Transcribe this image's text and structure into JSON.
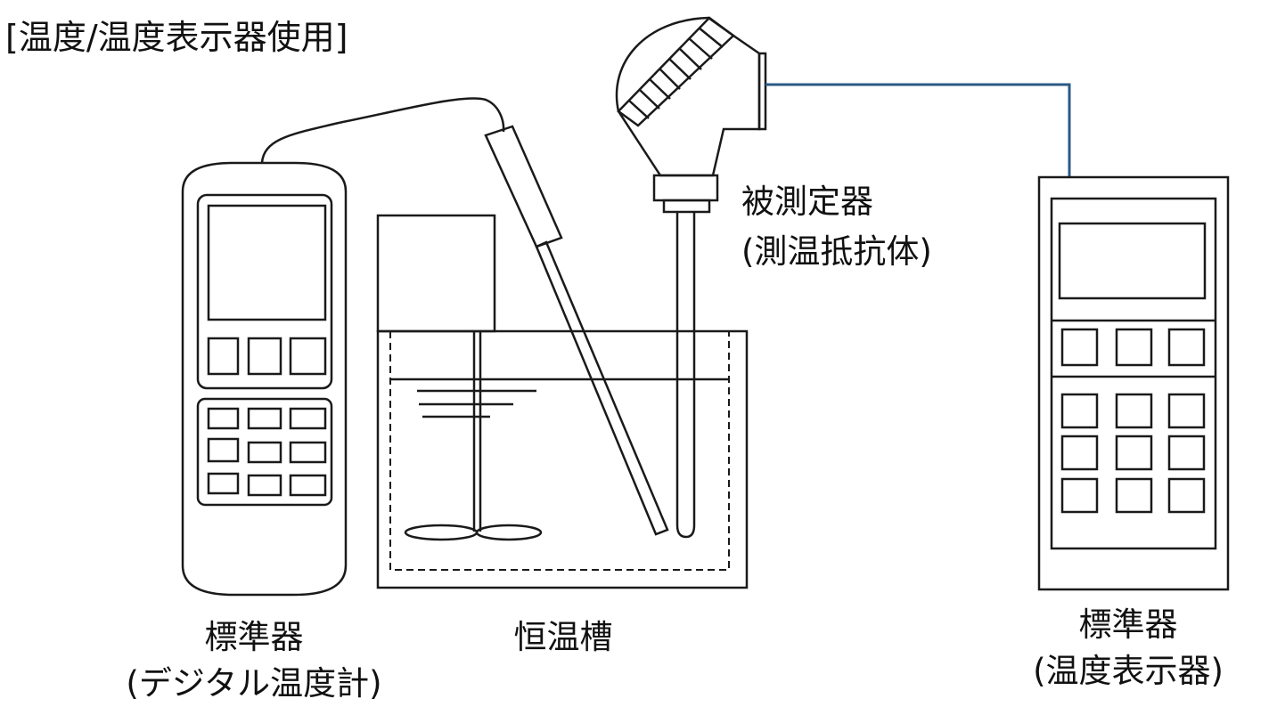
{
  "title": "[温度/温度表示器使用]",
  "labels": {
    "digital_thermometer": {
      "line1": "標準器",
      "line2": "(デジタル温度計)"
    },
    "bath": "恒温槽",
    "probe": {
      "line1": "被測定器",
      "line2": "(測温抵抗体)"
    },
    "indicator": {
      "line1": "標準器",
      "line2": "(温度表示器)"
    }
  },
  "colors": {
    "stroke": "#1a1a1a",
    "cable": "#2b5a85",
    "background": "#ffffff"
  },
  "icons": [
    "digital-thermometer-icon",
    "constant-temperature-bath-icon",
    "stirrer-icon",
    "resistance-thermometer-icon",
    "temperature-indicator-icon"
  ]
}
